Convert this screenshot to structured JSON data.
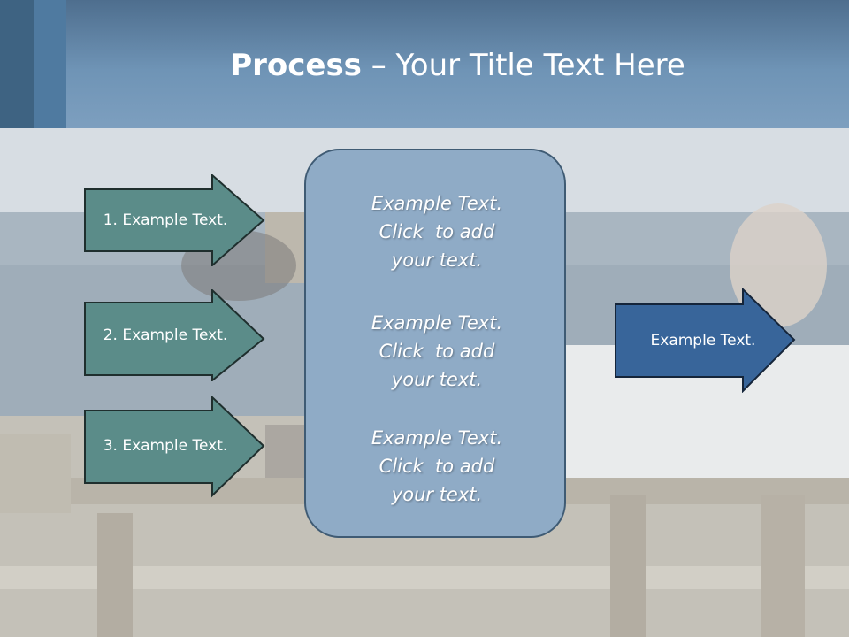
{
  "slide": {
    "title_bold": "Process",
    "title_rest": " – Your Title Text Here"
  },
  "left_arrows": [
    {
      "label": "1. Example Text."
    },
    {
      "label": "2. Example Text."
    },
    {
      "label": "3. Example Text."
    }
  ],
  "center_box": {
    "blocks": [
      {
        "line1": "Example Text.",
        "line2": "Click  to add",
        "line3": "your text."
      },
      {
        "line1": "Example Text.",
        "line2": "Click  to add",
        "line3": "your text."
      },
      {
        "line1": "Example Text.",
        "line2": "Click  to add",
        "line3": "your text."
      }
    ]
  },
  "right_arrow": {
    "label": "Example Text."
  },
  "colors": {
    "title_bar": "#6f94b6",
    "left_arrow_fill": "#5b8c89",
    "center_box_fill": "#8fabc6",
    "right_arrow_fill": "#38659a"
  }
}
